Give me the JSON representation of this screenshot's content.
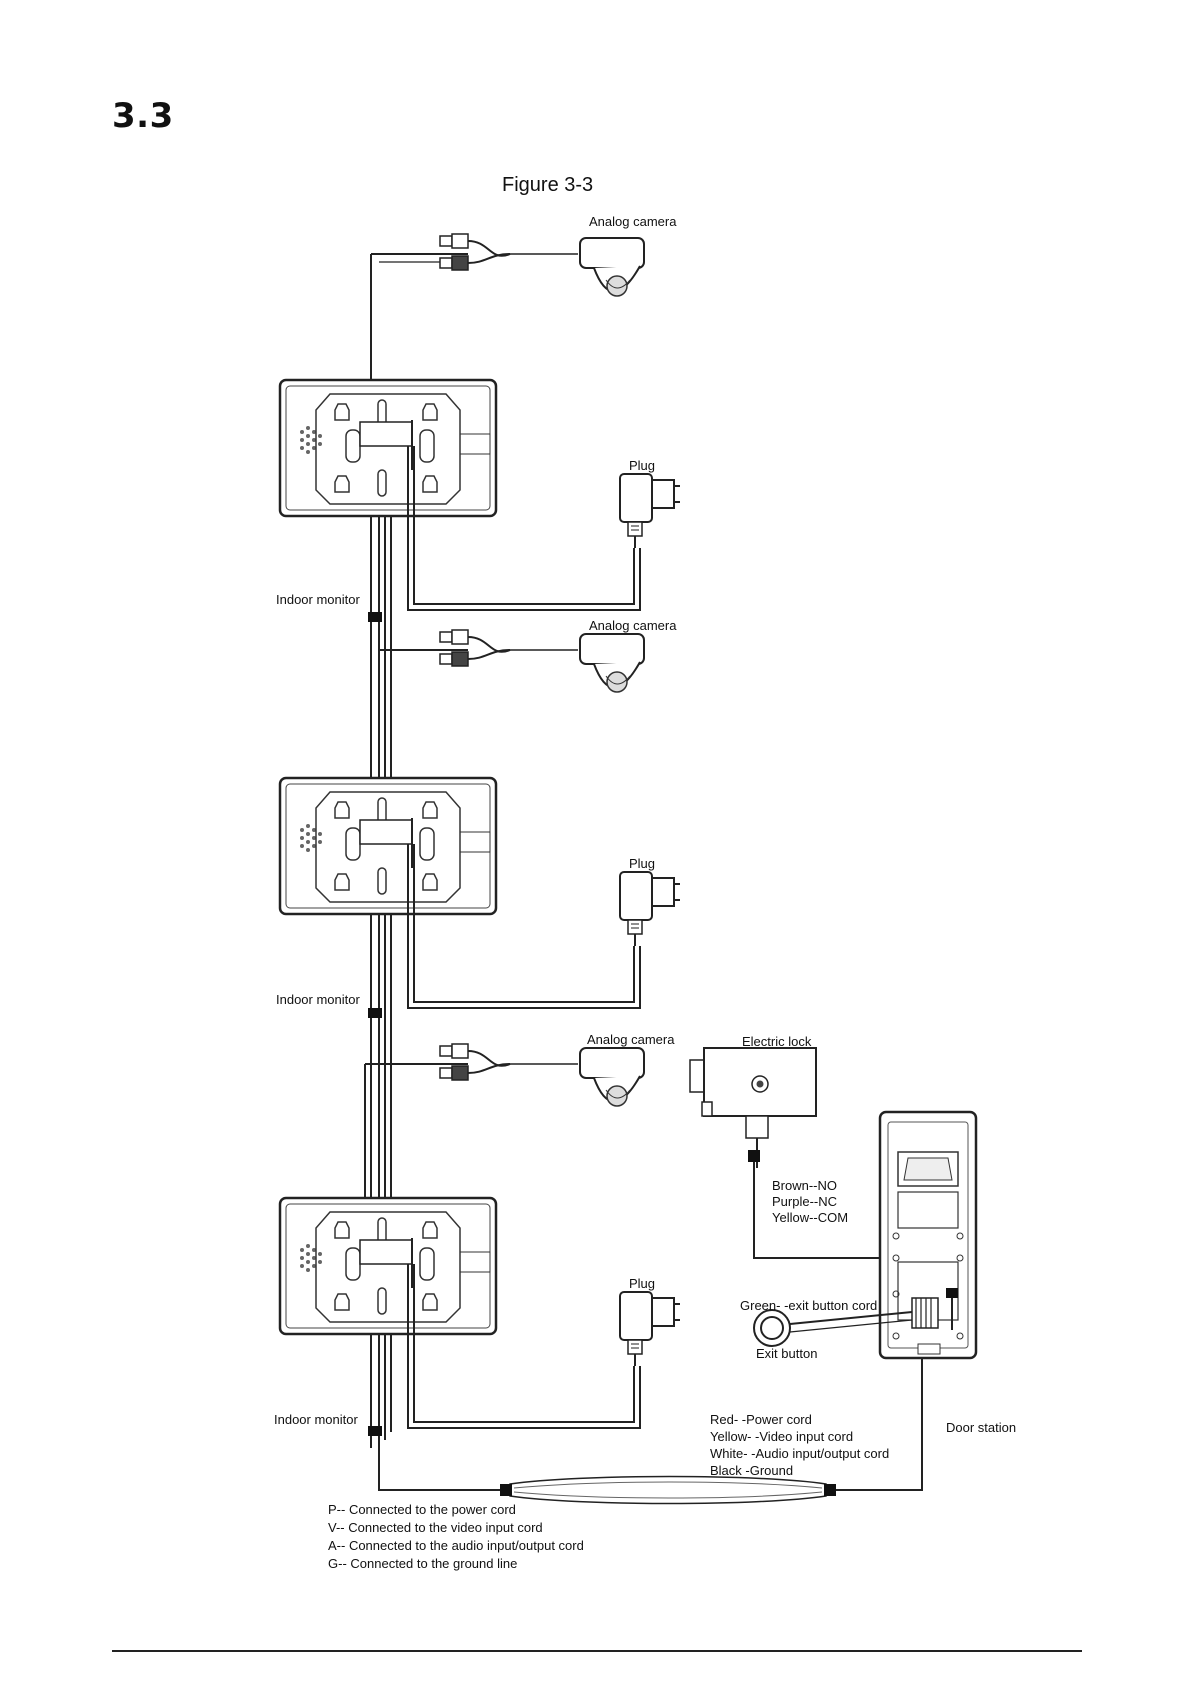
{
  "section": {
    "number": "3.3"
  },
  "figure": {
    "caption": "Figure 3-3"
  },
  "labels": {
    "analog_camera": "Analog camera",
    "plug": "Plug",
    "indoor_monitor": "Indoor monitor",
    "electric_lock": "Electric lock",
    "exit_button": "Exit button",
    "door_station": "Door station",
    "exit_button_cord": "Green- -exit button cord"
  },
  "lock_wiring": [
    "Brown--NO",
    "Purple--NC",
    "Yellow--COM"
  ],
  "door_wiring": [
    "Red- -Power cord",
    "Yellow- -Video input cord",
    "White- -Audio input/output cord",
    "Black -Ground"
  ],
  "legend": [
    "P-- Connected to the power cord",
    "V-- Connected to the video input cord",
    "A-- Connected to the audio input/output cord",
    "G-- Connected to the ground line"
  ]
}
